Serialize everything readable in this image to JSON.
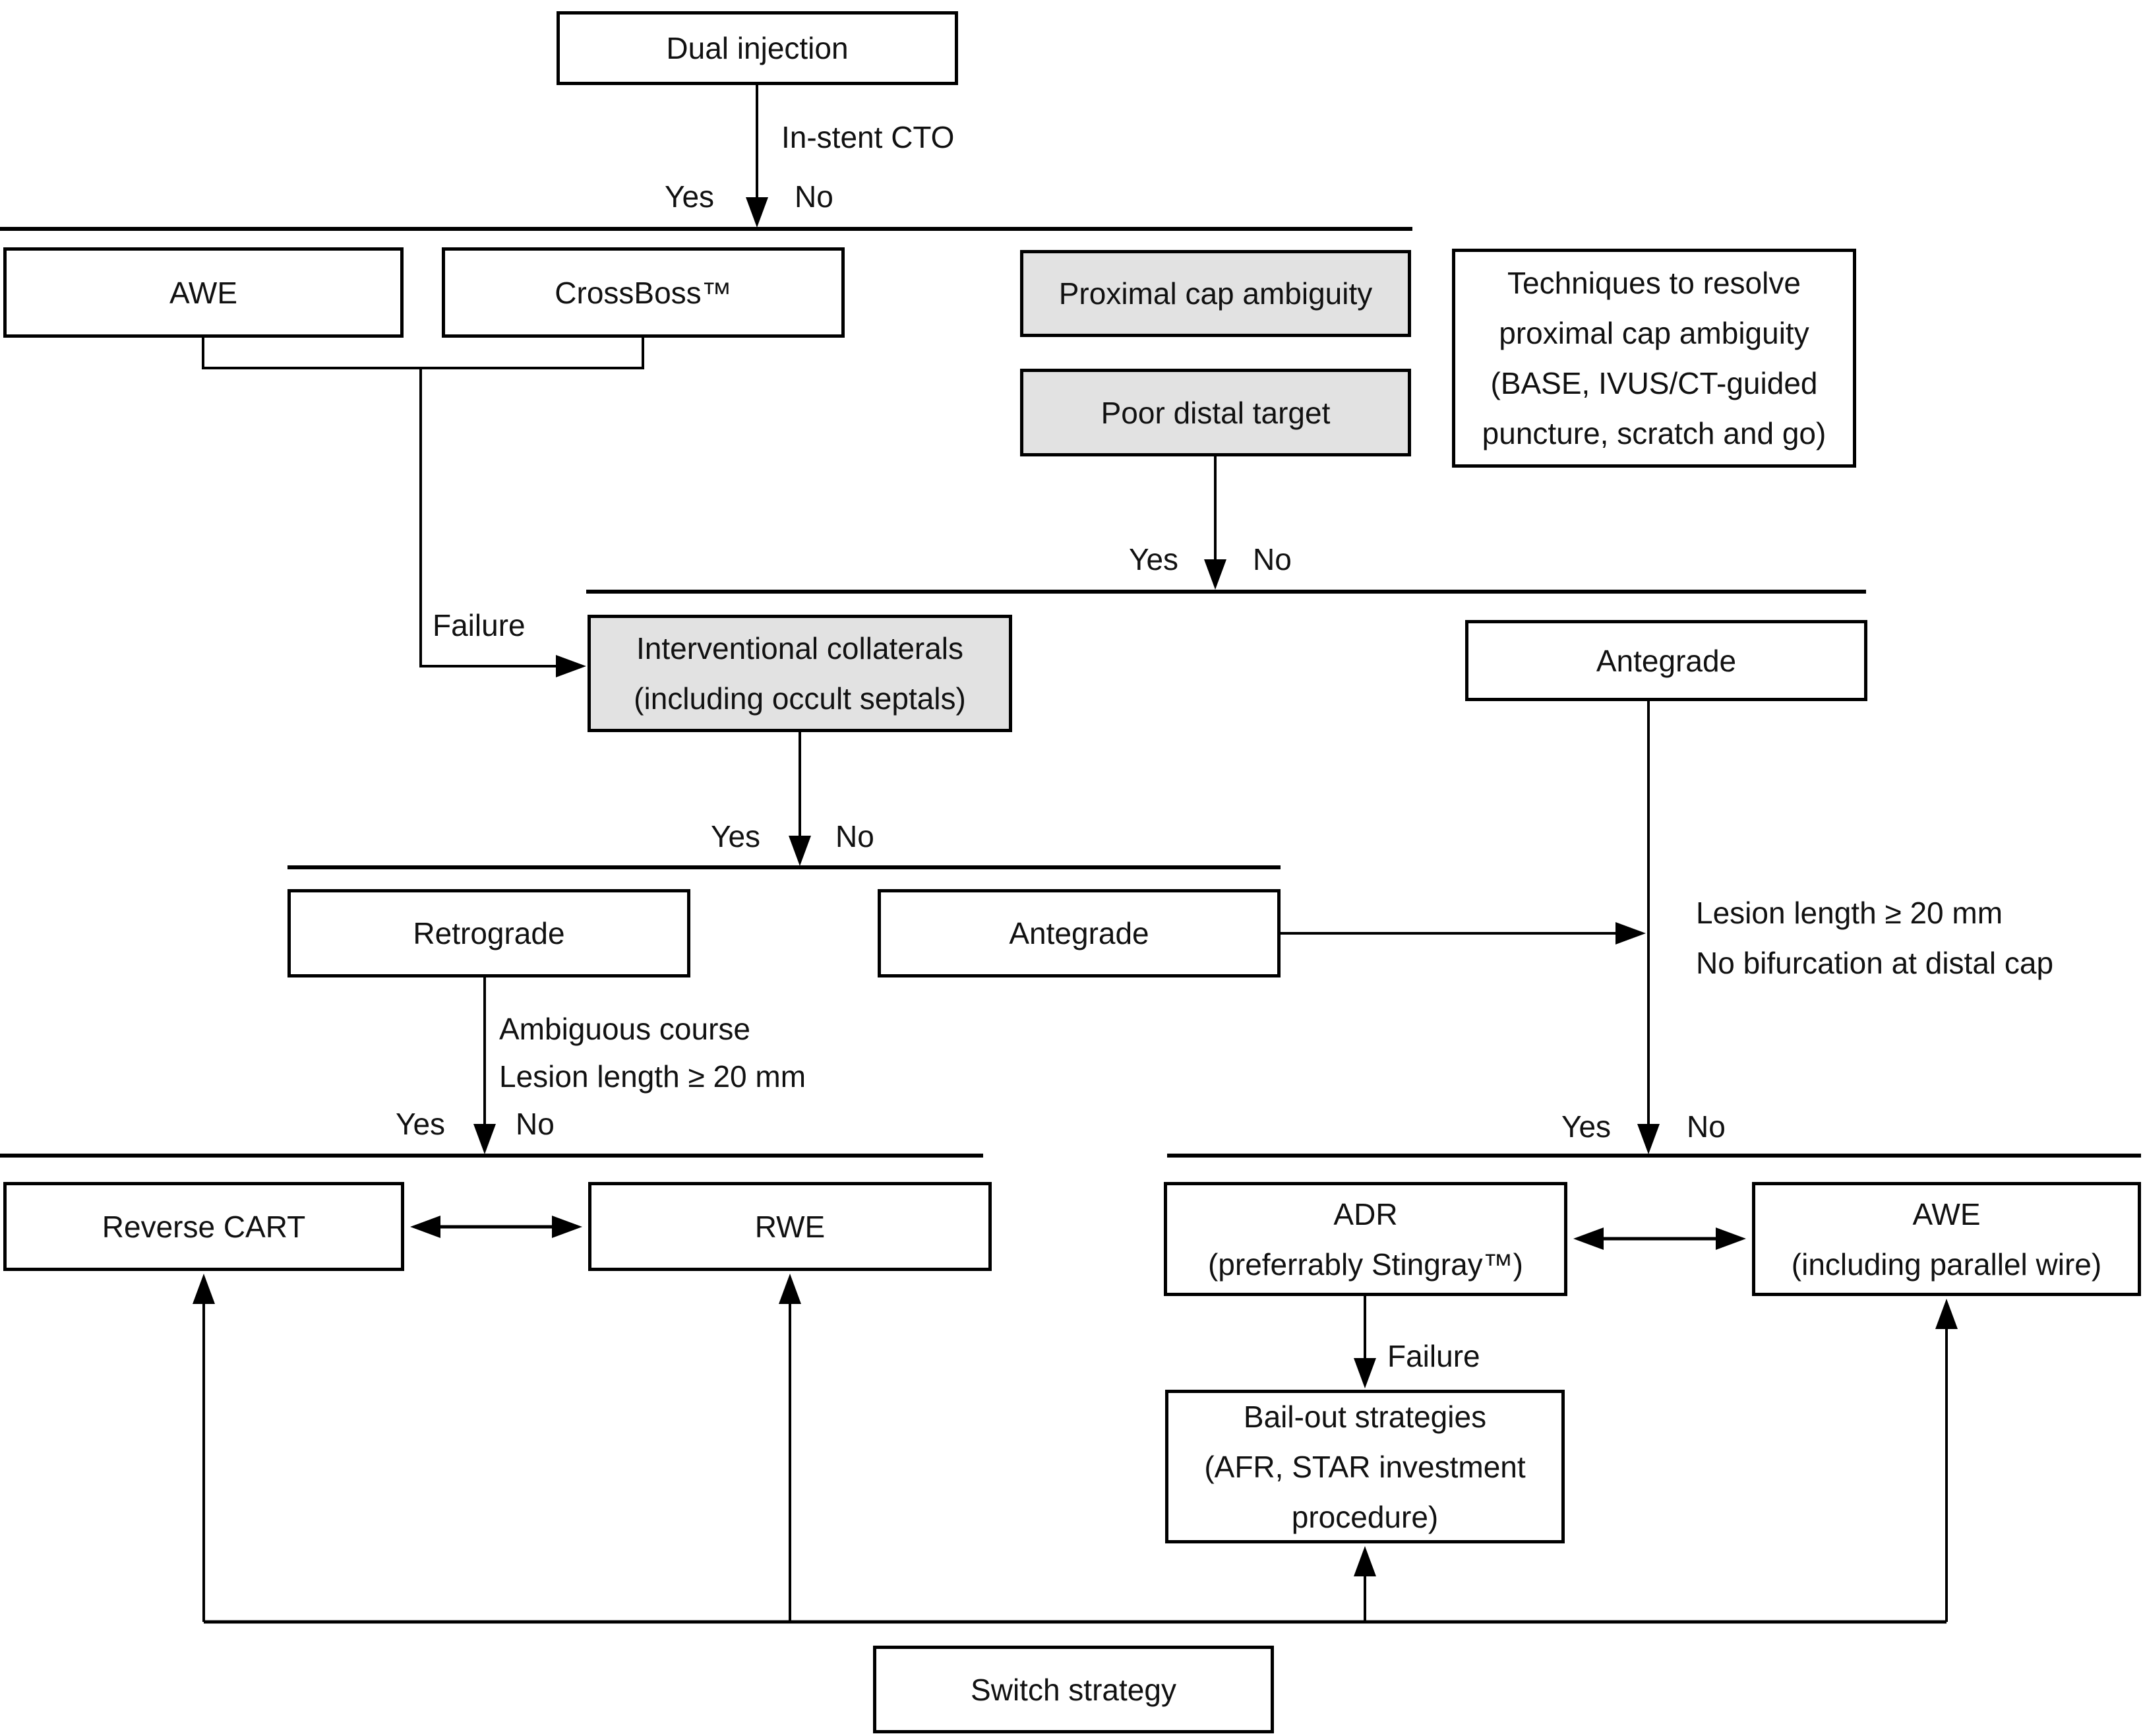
{
  "colors": {
    "background": "#ffffff",
    "line": "#000000",
    "ink": "#111111",
    "shaded_box": "#e2e2e2"
  },
  "decision": {
    "yes": "Yes",
    "no": "No"
  },
  "labels": {
    "in_stent_cto": "In-stent CTO",
    "failure": "Failure",
    "ambiguous_course": "Ambiguous course\nLesion length ≥ 20 mm",
    "lesion_length_right": "Lesion length ≥ 20 mm\nNo bifurcation at distal cap"
  },
  "nodes": {
    "dual_injection": "Dual injection",
    "awe": "AWE",
    "crossboss": "CrossBoss™",
    "proximal_cap_ambiguity": "Proximal cap ambiguity",
    "poor_distal_target": "Poor distal target",
    "techniques": "Techniques to resolve\nproximal cap ambiguity\n(BASE, IVUS/CT-guided\npuncture, scratch and go)",
    "interventional_collaterals": "Interventional collaterals\n(including occult septals)",
    "antegrade_right": "Antegrade",
    "retrograde": "Retrograde",
    "antegrade_mid": "Antegrade",
    "reverse_cart": "Reverse CART",
    "rwe": "RWE",
    "adr": "ADR\n(preferrably Stingray™)",
    "awe_parallel_wire": "AWE\n(including parallel wire)",
    "bail_out": "Bail-out strategies\n(AFR, STAR investment\nprocedure)",
    "switch_strategy": "Switch strategy"
  }
}
